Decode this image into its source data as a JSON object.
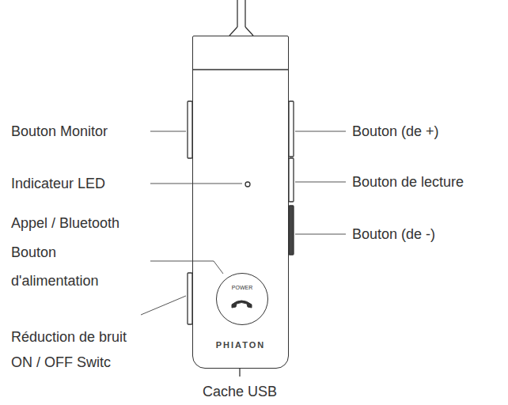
{
  "diagram": {
    "nodes": [
      {
        "text": [
          "PHIATON"
        ]
      },
      {
        "text": [
          "POWER"
        ],
        "in": 0
      }
    ],
    "labels": [
      "Bouton Monitor",
      "Indicateur LED",
      "Appel / Bluetooth Bouton d'alimentation",
      "Réduction de bruit ON / OFF Switc",
      "Cache USB",
      "Bouton (de +)",
      "Bouton de lecture",
      "Bouton (de -)"
    ]
  }
}
